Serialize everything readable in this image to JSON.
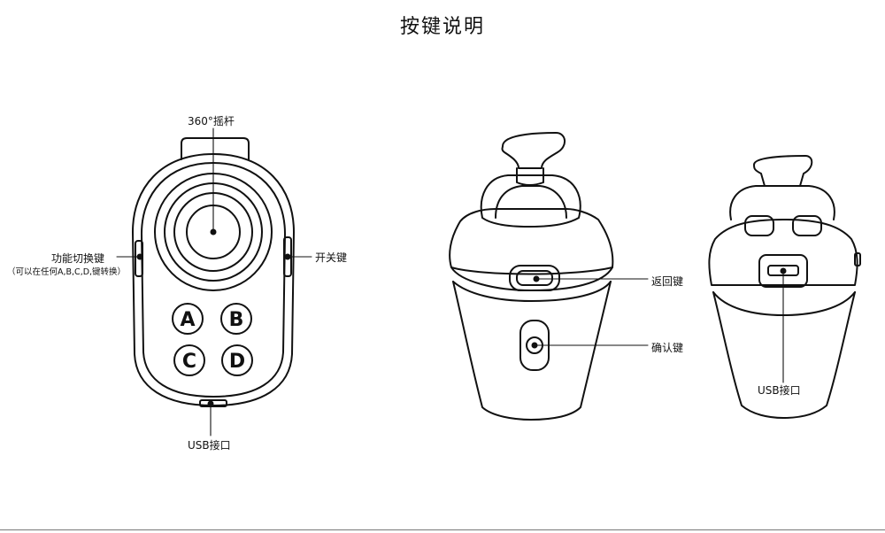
{
  "title": "按键说明",
  "controller_front": {
    "joystick_label": "360°摇杆",
    "function_switch_label": "功能切换键",
    "function_switch_note": "（可以在任何A,B,C,D,键转换）",
    "power_label": "开关键",
    "usb_label": "USB接口",
    "buttons": [
      "A",
      "B",
      "C",
      "D"
    ]
  },
  "controller_side": {
    "back_label": "返回键",
    "confirm_label": "确认键"
  },
  "controller_back": {
    "usb_label": "USB接口"
  }
}
